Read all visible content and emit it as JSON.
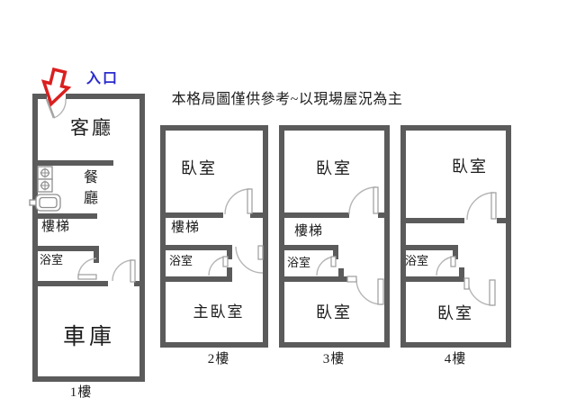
{
  "title": "本格局圖僅供參考~以現場屋況為主",
  "entrance": {
    "label": "入口"
  },
  "colors": {
    "wall": "#5b5b5b",
    "door_arc": "#b6b6b6",
    "arrow_red": "#da1f1f",
    "entrance_blue": "#2b2bce"
  },
  "floors": [
    {
      "name": "1樓",
      "rooms": {
        "living": "客廳",
        "dining": "餐廳",
        "stairs": "樓梯",
        "bath": "浴室",
        "garage": "車庫"
      }
    },
    {
      "name": "2樓",
      "rooms": {
        "bedroom": "臥室",
        "stairs": "樓梯",
        "bath": "浴室",
        "master_bedroom": "主臥室"
      }
    },
    {
      "name": "3樓",
      "rooms": {
        "bedroom_top": "臥室",
        "stairs": "樓梯",
        "bath": "浴室",
        "bedroom_bottom": "臥室"
      }
    },
    {
      "name": "4樓",
      "rooms": {
        "bedroom_top": "臥室",
        "bath": "浴室",
        "bedroom_bottom": "臥室"
      }
    }
  ]
}
